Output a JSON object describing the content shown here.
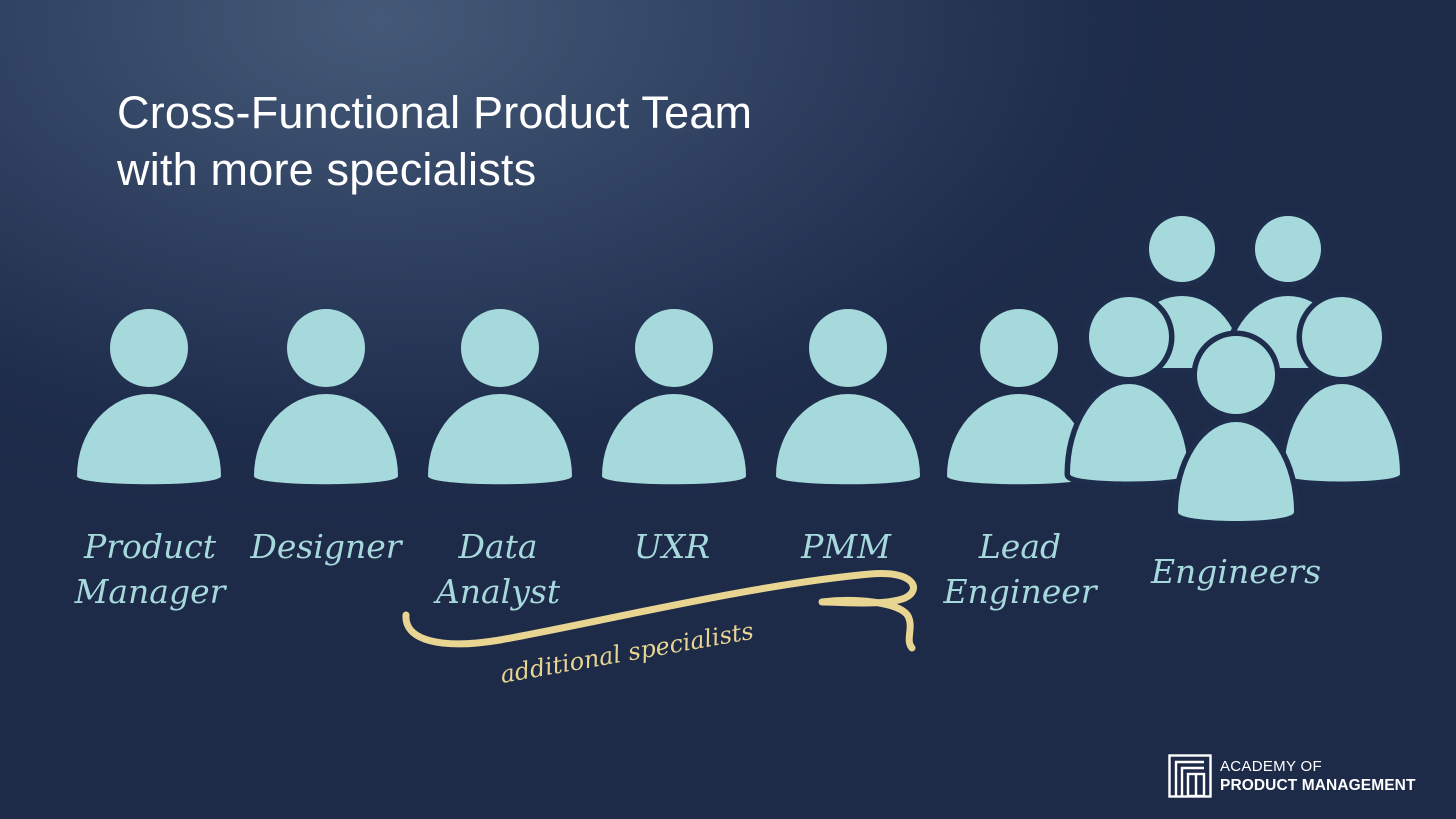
{
  "title": {
    "line1": "Cross-Functional Product Team",
    "line2": "with more specialists"
  },
  "roles": [
    {
      "line1": "Product",
      "line2": "Manager"
    },
    {
      "line1": "Designer",
      "line2": ""
    },
    {
      "line1": "Data",
      "line2": "Analyst"
    },
    {
      "line1": "UXR",
      "line2": ""
    },
    {
      "line1": "PMM",
      "line2": ""
    },
    {
      "line1": "Lead",
      "line2": "Engineer"
    },
    {
      "line1": "Engineers",
      "line2": ""
    }
  ],
  "annotation": "additional specialists",
  "logo": {
    "line1": "ACADEMY OF",
    "line2": "PRODUCT MANAGEMENT"
  },
  "colors": {
    "figure": "#a6d9dc",
    "annotation": "#e8d592",
    "background": "#1f2d4c"
  }
}
